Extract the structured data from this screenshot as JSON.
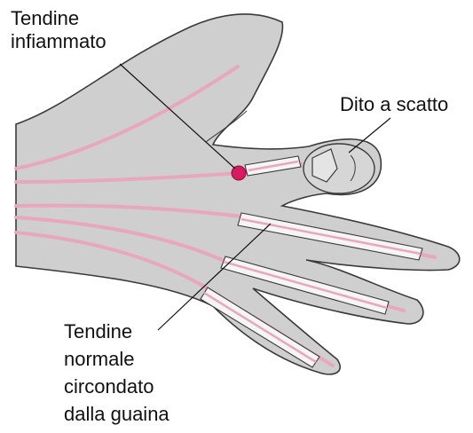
{
  "labels": {
    "inflamed_tendon": [
      "Tendine",
      "infiammato"
    ],
    "trigger_finger": "Dito a scatto",
    "normal_tendon": [
      "Tendine",
      "normale",
      "circondato",
      "dalla guaina"
    ]
  },
  "colors": {
    "skin": "#cfcfcf",
    "outline": "#3a3a3a",
    "tendon": "#e8a7bd",
    "sheath": "#f5f5f5",
    "inflammation": "#d81b60",
    "text": "#111111"
  }
}
